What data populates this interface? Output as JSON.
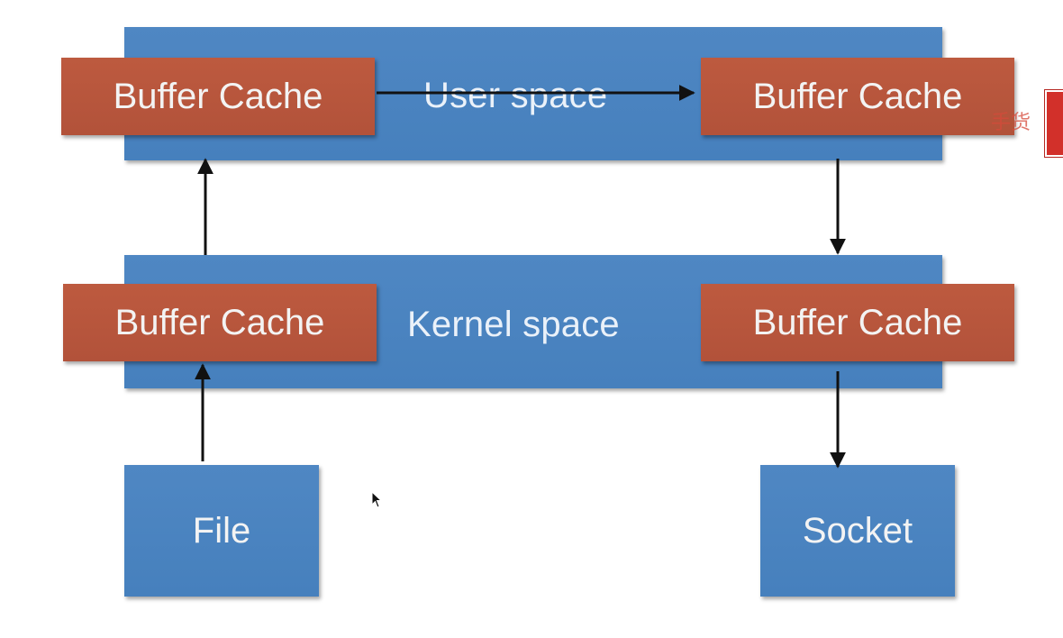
{
  "diagram": {
    "user_space_label": "User space",
    "kernel_space_label": "Kernel space",
    "user_cache_left": "Buffer Cache",
    "user_cache_right": "Buffer Cache",
    "kernel_cache_left": "Buffer Cache",
    "kernel_cache_right": "Buffer Cache",
    "file_label": "File",
    "socket_label": "Socket"
  },
  "colors": {
    "layer_blue": "#4a82bf",
    "cache_orange": "#b8563c",
    "arrow": "#111111",
    "watermark_red": "#d2302a"
  }
}
